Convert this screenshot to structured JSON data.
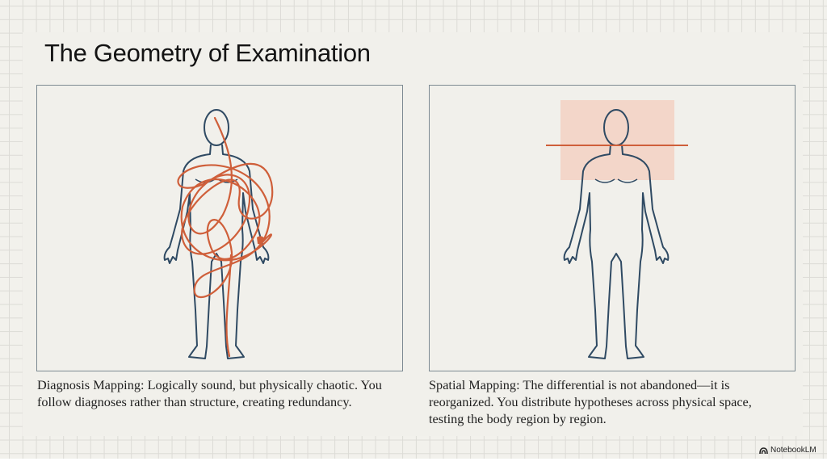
{
  "title": "The Geometry of Examination",
  "left": {
    "caption": "Diagnosis Mapping: Logically sound, but physically chaotic. You follow diagnoses rather than structure, creating redundancy."
  },
  "right": {
    "caption": "Spatial Mapping: The differential is not abandoned—it is reorganized. You distribute hypotheses across physical space, testing the body region by region."
  },
  "brand": "NotebookLM",
  "colors": {
    "outline": "#2f4a63",
    "accent": "#cf5f3a",
    "highlight": "#f3d6c9"
  }
}
